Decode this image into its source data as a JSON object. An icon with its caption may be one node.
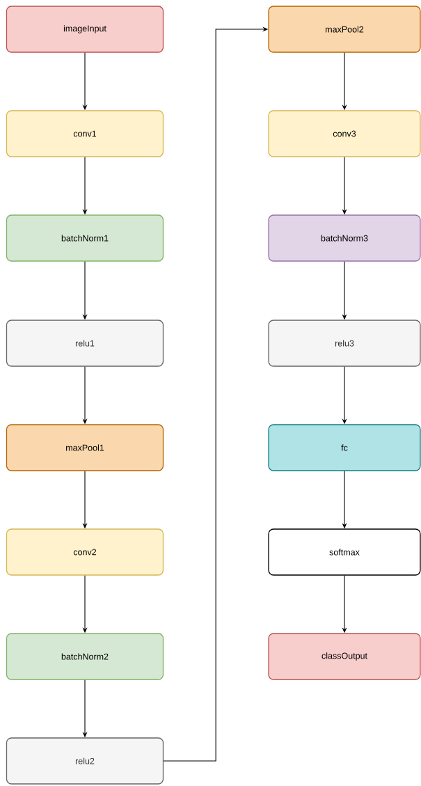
{
  "diagram": {
    "nodes": [
      {
        "text": [
          "imageInput"
        ]
      },
      {
        "text": [
          "conv1"
        ]
      },
      {
        "text": [
          "batchNorm1"
        ]
      },
      {
        "text": [
          "relu1"
        ]
      },
      {
        "text": [
          "maxPool1"
        ]
      },
      {
        "text": [
          "conv2"
        ]
      },
      {
        "text": [
          "batchNorm2"
        ]
      },
      {
        "text": [
          "relu2"
        ]
      },
      {
        "text": [
          "maxPool2"
        ]
      },
      {
        "text": [
          "conv3"
        ]
      },
      {
        "text": [
          "batchNorm3"
        ]
      },
      {
        "text": [
          "relu3"
        ]
      },
      {
        "text": [
          "fc"
        ]
      },
      {
        "text": [
          "softmax"
        ]
      },
      {
        "text": [
          "classOutput"
        ]
      }
    ],
    "edges": [
      {
        "from": 0,
        "to": 1,
        "arrow": "to"
      },
      {
        "from": 1,
        "to": 2,
        "arrow": "to"
      },
      {
        "from": 2,
        "to": 3,
        "arrow": "to"
      },
      {
        "from": 3,
        "to": 4,
        "arrow": "to"
      },
      {
        "from": 4,
        "to": 5,
        "arrow": "to"
      },
      {
        "from": 5,
        "to": 6,
        "arrow": "to"
      },
      {
        "from": 6,
        "to": 7,
        "arrow": "to"
      },
      {
        "from": 7,
        "to": 8,
        "arrow": "to"
      },
      {
        "from": 8,
        "to": 9,
        "arrow": "to"
      },
      {
        "from": 9,
        "to": 10,
        "arrow": "to"
      },
      {
        "from": 10,
        "to": 11,
        "arrow": "to"
      },
      {
        "from": 11,
        "to": 12,
        "arrow": "to"
      },
      {
        "from": 12,
        "to": 13,
        "arrow": "to"
      },
      {
        "from": 13,
        "to": 14,
        "arrow": "to"
      }
    ]
  }
}
